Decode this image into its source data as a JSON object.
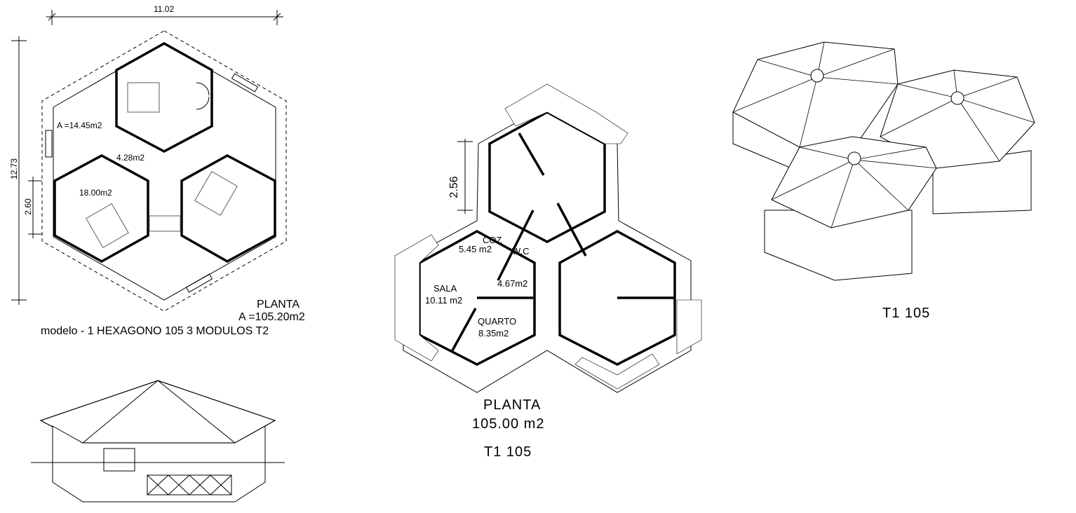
{
  "plan_left": {
    "dim_width": "11.02",
    "dim_height": "12.73",
    "dim_module": "2.60",
    "area_room_1": "A =14.45m2",
    "area_bath": "4.28m2",
    "area_room_2": "18.00m2",
    "title": "PLANTA",
    "area_total": "A =105.20m2",
    "model": "modelo - 1 HEXAGONO 105 3 MODULOS T2"
  },
  "plan_center": {
    "dim_module": "2.56",
    "room_kitchen": "COZ",
    "area_kitchen": "5.45 m2",
    "room_wc": "W.C",
    "area_wc": "4.67m2",
    "room_living": "SALA",
    "area_living": "10.11 m2",
    "room_bedroom": "QUARTO",
    "area_bedroom": "8.35m2",
    "title": "PLANTA",
    "area_total": "105.00 m2",
    "model": "T1 105"
  },
  "perspective": {
    "model": "T1 105"
  }
}
